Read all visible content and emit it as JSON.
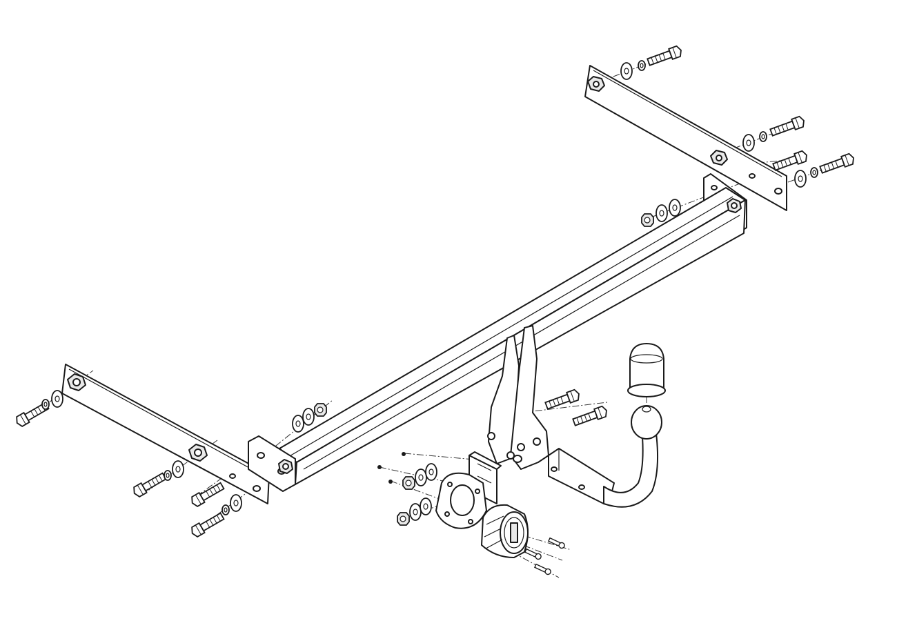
{
  "diagram": {
    "kind": "exploded-assembly-line-drawing",
    "ink_color": "#1a1a1a",
    "background_color": "#ffffff",
    "parts": [
      "crossbar",
      "left-side-bracket",
      "right-side-bracket",
      "tow-neck",
      "tow-ball",
      "ball-cover-cap",
      "electrical-socket",
      "socket-mounting-plate",
      "hex-bolt",
      "flat-washer",
      "spring-washer",
      "hex-nut",
      "small-screw"
    ]
  }
}
